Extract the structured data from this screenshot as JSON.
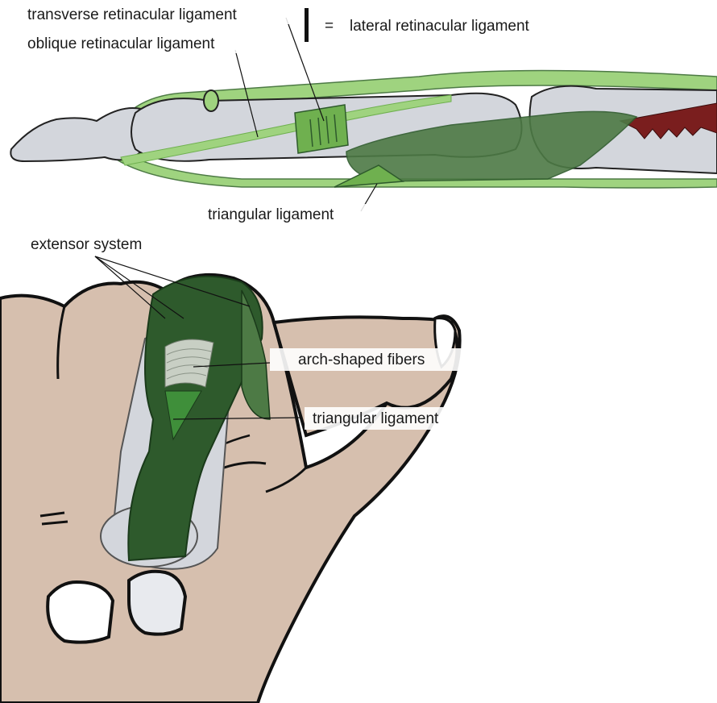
{
  "labels": {
    "transverse_retinacular": "transverse retinacular ligament",
    "oblique_retinacular": "oblique retinacular ligament",
    "legend_equals": "=",
    "lateral_retinacular": "lateral retinacular ligament",
    "triangular_top": "triangular ligament",
    "extensor_system": "extensor system",
    "arch_shaped_fibers": "arch-shaped fibers",
    "triangular_bottom": "triangular ligament"
  },
  "colors": {
    "bone": "#d3d6dc",
    "bone_outline": "#f4f5f7",
    "ligament_light": "#9fd37f",
    "ligament_mid": "#6fb04f",
    "extensor_dark": "#2e5a2c",
    "extensor_mid": "#4d7a45",
    "skin": "#d6bfae",
    "skin_shadow": "#b89c89",
    "muscle_red": "#7a1e1e",
    "nail": "#ffffff",
    "ink": "#111111"
  }
}
